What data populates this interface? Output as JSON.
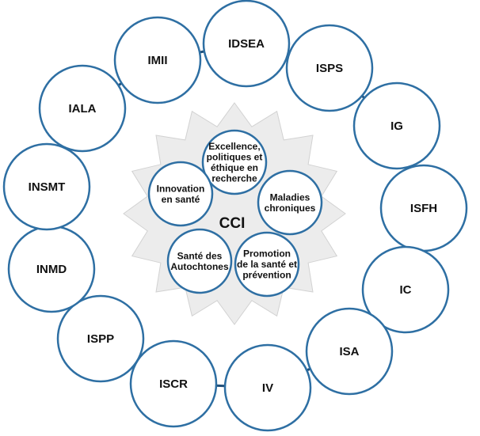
{
  "center": {
    "label": "CCI"
  },
  "colors": {
    "ring_stroke": "#2e6fa3",
    "connector": "#1f4f7a",
    "circle_fill": "#ffffff",
    "star_fill": "#ececec",
    "star_edge": "#d2d2d2"
  },
  "outer_institutes": [
    {
      "label": "IDSEA"
    },
    {
      "label": "ISPS"
    },
    {
      "label": "IG"
    },
    {
      "label": "ISFH"
    },
    {
      "label": "IC"
    },
    {
      "label": "ISA"
    },
    {
      "label": "IV"
    },
    {
      "label": "ISCR"
    },
    {
      "label": "ISPP"
    },
    {
      "label": "INMD"
    },
    {
      "label": "INSMT"
    },
    {
      "label": "IALA"
    },
    {
      "label": "IMII"
    }
  ],
  "inner_themes": [
    {
      "lines": [
        "Excellence,",
        "politiques et",
        "éthique en",
        "recherche"
      ]
    },
    {
      "lines": [
        "Maladies",
        "chroniques"
      ]
    },
    {
      "lines": [
        "Promotion",
        "de la santé et",
        "prévention"
      ]
    },
    {
      "lines": [
        "Santé des",
        "Autochtones"
      ]
    },
    {
      "lines": [
        "Innovation",
        "en santé"
      ]
    }
  ]
}
